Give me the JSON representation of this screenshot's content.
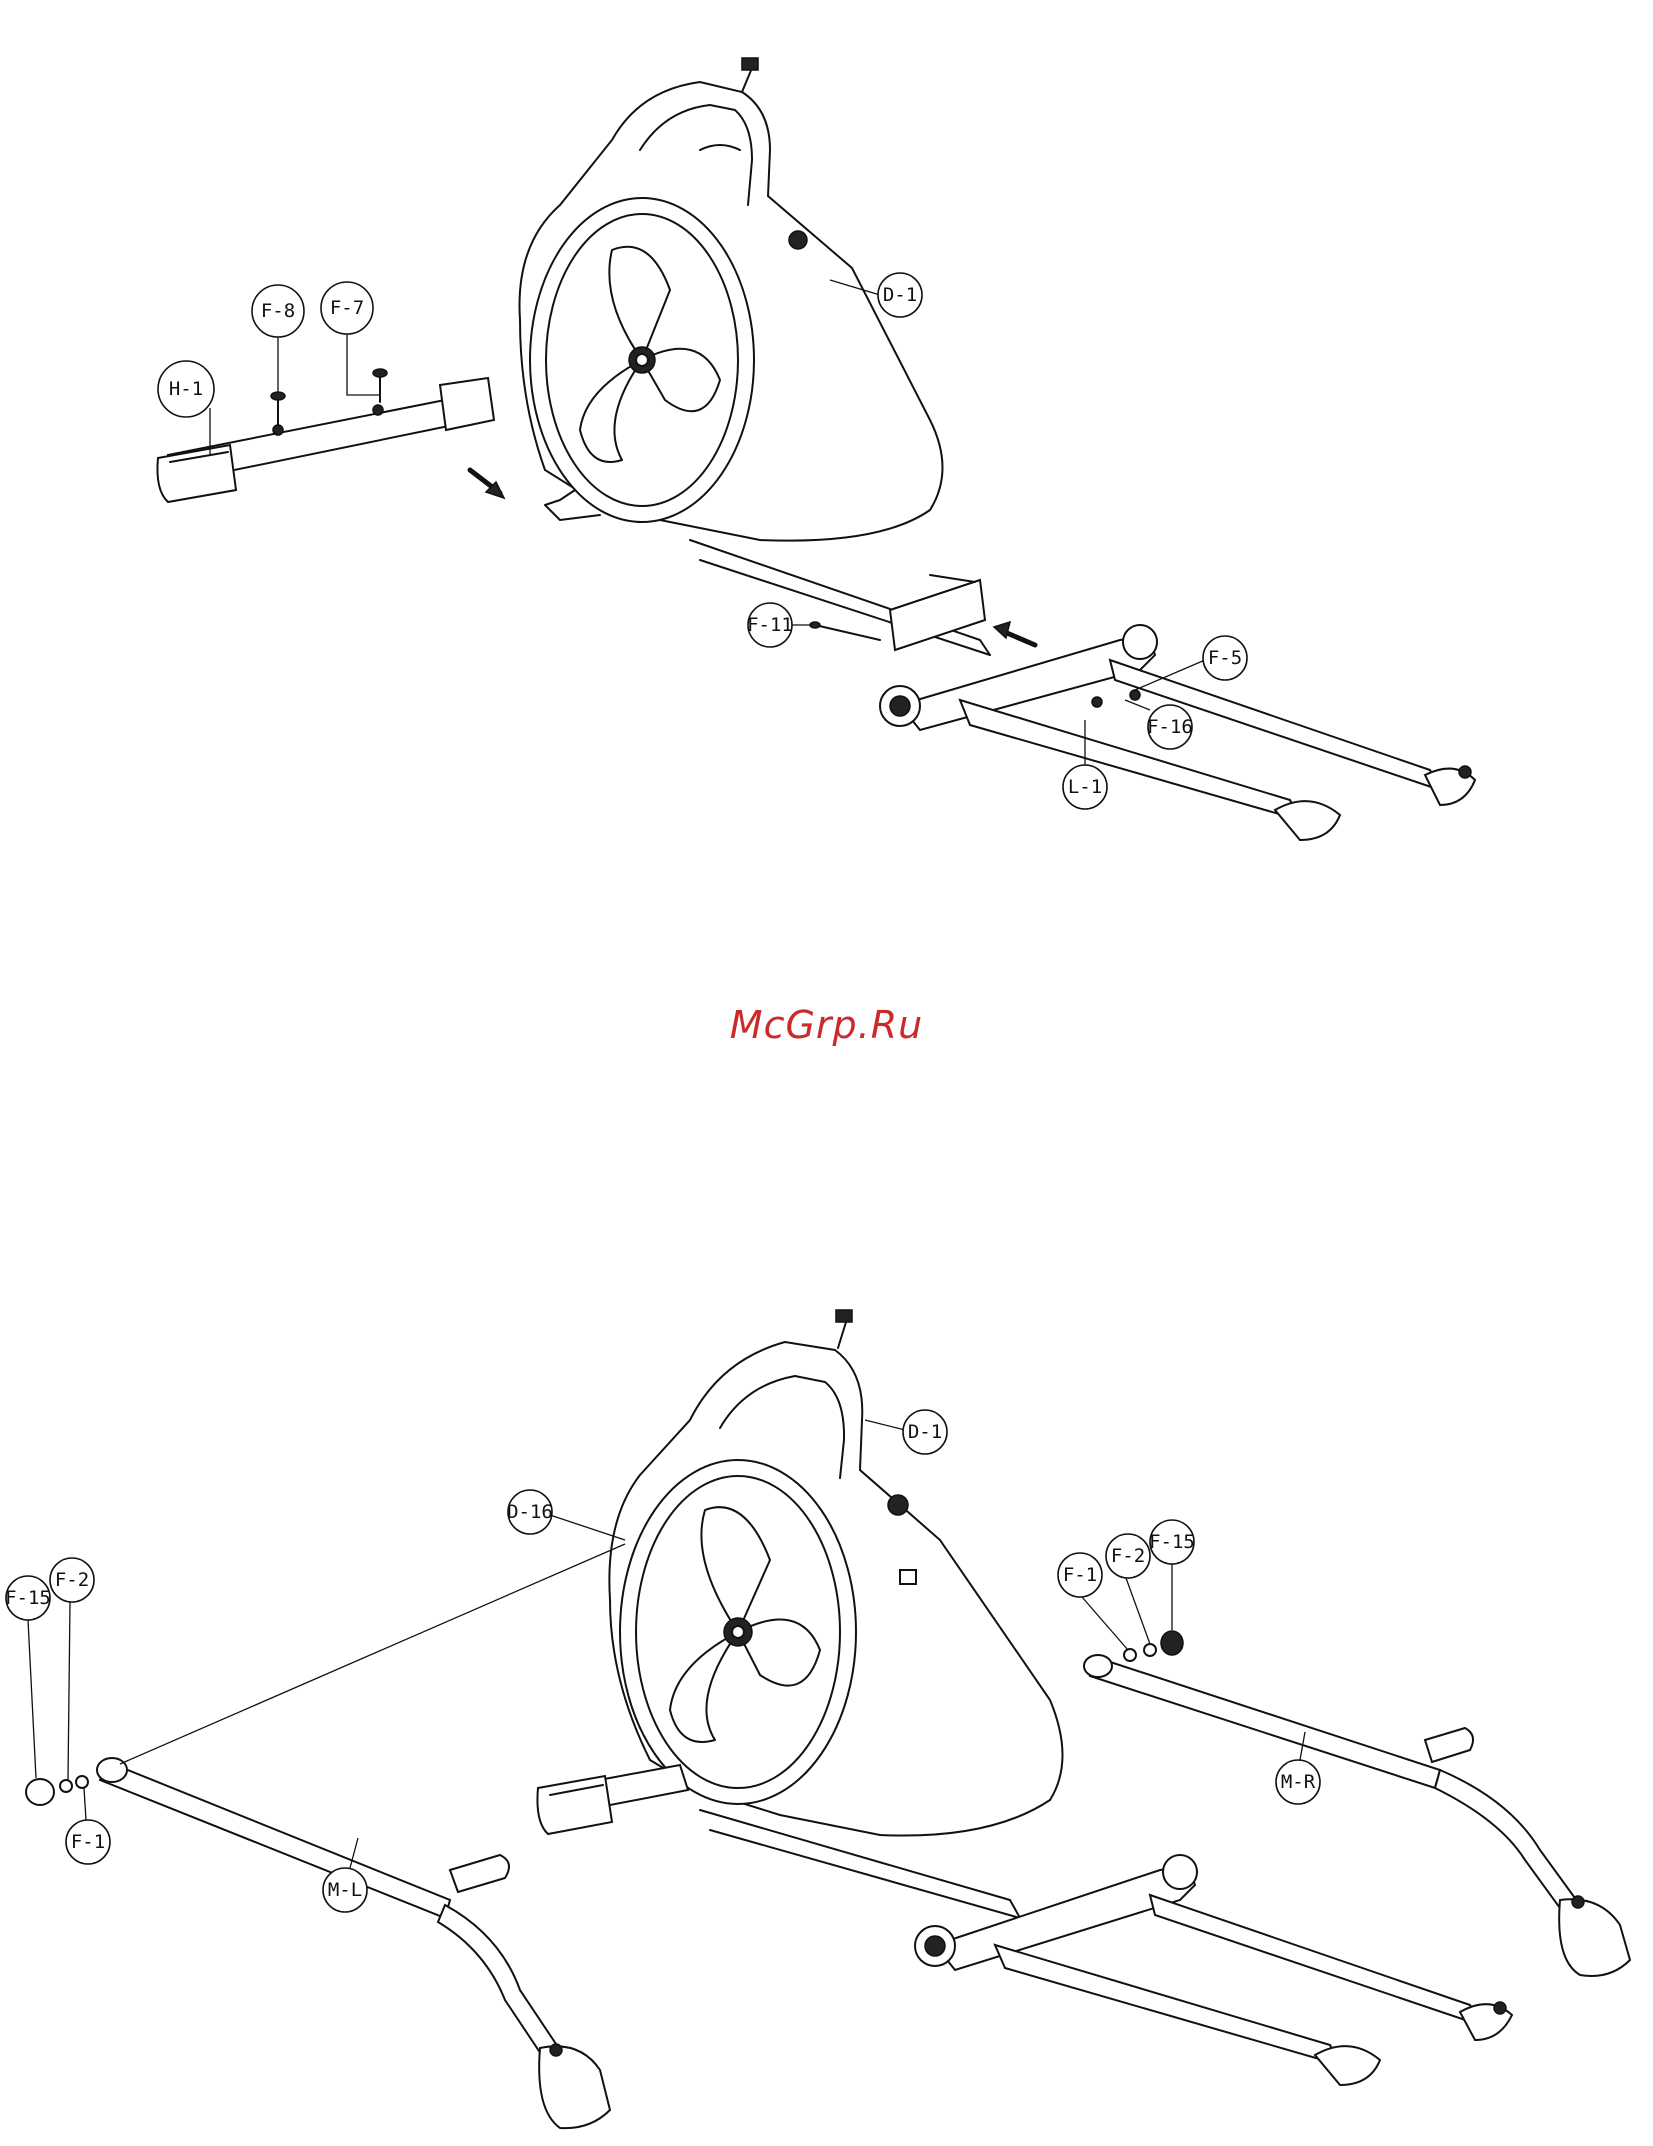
{
  "watermark": "McGrp.Ru",
  "step1": {
    "callouts": {
      "h1": "H-1",
      "f8": "F-8",
      "f7": "F-7",
      "d1": "D-1",
      "f11": "F-11",
      "f5": "F-5",
      "f16": "F-16",
      "l1": "L-1"
    }
  },
  "step2": {
    "callouts": {
      "d1": "D-1",
      "d16": "D-16",
      "f15_left": "F-15",
      "f2_left": "F-2",
      "f1_left": "F-1",
      "f1_right": "F-1",
      "f2_right": "F-2",
      "f15_right": "F-15",
      "ml": "M-L",
      "mr": "M-R"
    }
  }
}
